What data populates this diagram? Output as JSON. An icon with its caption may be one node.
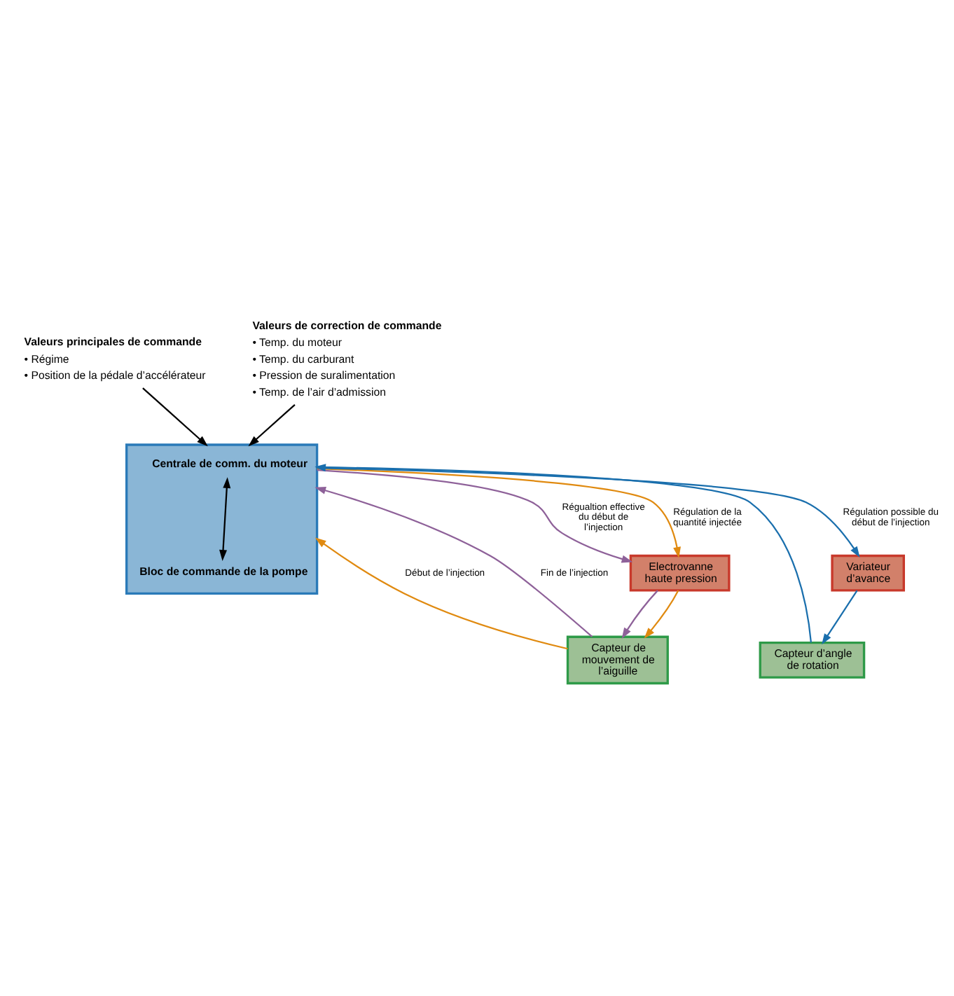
{
  "diagram": {
    "nodes": [
      {
        "text": [
          "Valeurs principales de commande",
          "• Régime",
          "• Position de la pédale d’accélérateur"
        ]
      },
      {
        "text": [
          "Valeurs de correction de commande",
          "• Temp. du moteur",
          "• Temp. du carburant",
          "• Pression de suralimentation",
          "• Temp. de l’air d’admission"
        ]
      },
      {
        "text": [],
        "shape": "box"
      },
      {
        "text": [
          "Centrale de comm. du moteur"
        ],
        "in": 2
      },
      {
        "text": [
          "Bloc de commande de la pompe"
        ],
        "in": 2
      },
      {
        "text": [
          "Capteur de mouvement de l’aiguille"
        ]
      },
      {
        "text": [
          "Electrovanne haute pression"
        ]
      },
      {
        "text": [
          "Variateur d’avance"
        ]
      },
      {
        "text": [
          "Capteur d’angle de rotation"
        ]
      }
    ],
    "edges": [
      {
        "from": 0,
        "to": 2,
        "arrow": "to"
      },
      {
        "from": 1,
        "to": 2,
        "arrow": "to"
      },
      {
        "from": 3,
        "to": 4,
        "arrow": "both"
      },
      {
        "from": 8,
        "to": 2,
        "arrow": "to",
        "color": "#1a6fad"
      },
      {
        "from": 5,
        "to": 2,
        "arrow": "to",
        "label": "Début de l’injection",
        "color": "#e08a10"
      },
      {
        "from": 5,
        "to": 2,
        "arrow": "to",
        "label": "Fin de l’injection",
        "color": "#8e6199"
      },
      {
        "from": 2,
        "to": 7,
        "arrow": "to",
        "label": "Régulation possible du début de l’injection",
        "color": "#1a6fad"
      },
      {
        "from": 2,
        "to": 6,
        "arrow": "to",
        "label": "Régulation de la quantité injectée",
        "color": "#e08a10"
      },
      {
        "from": 2,
        "to": 6,
        "arrow": "to",
        "label": "Régualtion effective du début de l’injection",
        "color": "#8e6199"
      },
      {
        "from": 6,
        "to": 5,
        "arrow": "to",
        "color": "#8e6199"
      },
      {
        "from": 6,
        "to": 5,
        "arrow": "to",
        "color": "#e08a10"
      },
      {
        "from": 7,
        "to": 8,
        "arrow": "to",
        "color": "#1a6fad"
      }
    ]
  }
}
